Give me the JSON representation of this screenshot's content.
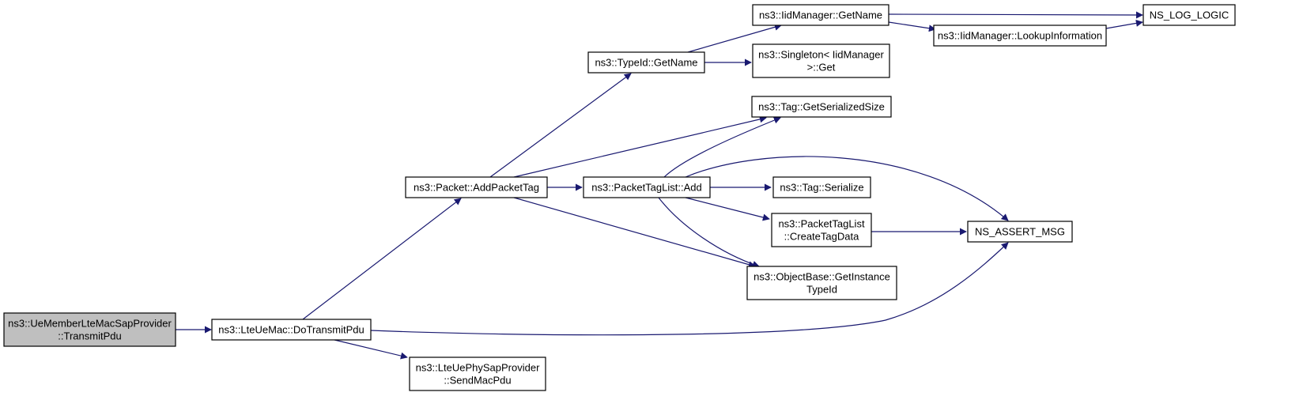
{
  "diagram": {
    "type": "call-graph",
    "colors": {
      "edge": "#191970",
      "root_fill": "#bfbfbf",
      "node_fill": "#ffffff",
      "node_border": "#000000"
    },
    "nodes": [
      {
        "id": "transmitpdu",
        "lines": [
          "ns3::UeMemberLteMacSapProvider",
          "::TransmitPdu"
        ],
        "root": true
      },
      {
        "id": "dotransmitpdu",
        "lines": [
          "ns3::LteUeMac::DoTransmitPdu"
        ]
      },
      {
        "id": "addpackettag",
        "lines": [
          "ns3::Packet::AddPacketTag"
        ]
      },
      {
        "id": "sendmacpdu",
        "lines": [
          "ns3::LteUePhySapProvider",
          "::SendMacPdu"
        ]
      },
      {
        "id": "typeid-getname",
        "lines": [
          "ns3::TypeId::GetName"
        ]
      },
      {
        "id": "packettaglist-add",
        "lines": [
          "ns3::PacketTagList::Add"
        ]
      },
      {
        "id": "iidmanager-getname",
        "lines": [
          "ns3::IidManager::GetName"
        ]
      },
      {
        "id": "singleton-get",
        "lines": [
          "ns3::Singleton< IidManager",
          ">::Get"
        ]
      },
      {
        "id": "tag-getserializedsize",
        "lines": [
          "ns3::Tag::GetSerializedSize"
        ]
      },
      {
        "id": "tag-serialize",
        "lines": [
          "ns3::Tag::Serialize"
        ]
      },
      {
        "id": "createtagdata",
        "lines": [
          "ns3::PacketTagList",
          "::CreateTagData"
        ]
      },
      {
        "id": "getinstancetypeid",
        "lines": [
          "ns3::ObjectBase::GetInstance",
          "TypeId"
        ]
      },
      {
        "id": "lookupinformation",
        "lines": [
          "ns3::IidManager::LookupInformation"
        ]
      },
      {
        "id": "ns-log-logic",
        "lines": [
          "NS_LOG_LOGIC"
        ]
      },
      {
        "id": "ns-assert-msg",
        "lines": [
          "NS_ASSERT_MSG"
        ]
      }
    ],
    "edges": [
      {
        "from": "transmitpdu",
        "to": "dotransmitpdu"
      },
      {
        "from": "dotransmitpdu",
        "to": "addpackettag"
      },
      {
        "from": "dotransmitpdu",
        "to": "sendmacpdu"
      },
      {
        "from": "dotransmitpdu",
        "to": "ns-assert-msg"
      },
      {
        "from": "addpackettag",
        "to": "typeid-getname"
      },
      {
        "from": "addpackettag",
        "to": "packettaglist-add"
      },
      {
        "from": "addpackettag",
        "to": "tag-getserializedsize"
      },
      {
        "from": "addpackettag",
        "to": "getinstancetypeid"
      },
      {
        "from": "typeid-getname",
        "to": "iidmanager-getname"
      },
      {
        "from": "typeid-getname",
        "to": "singleton-get"
      },
      {
        "from": "iidmanager-getname",
        "to": "ns-log-logic"
      },
      {
        "from": "iidmanager-getname",
        "to": "lookupinformation"
      },
      {
        "from": "lookupinformation",
        "to": "ns-log-logic"
      },
      {
        "from": "packettaglist-add",
        "to": "tag-getserializedsize"
      },
      {
        "from": "packettaglist-add",
        "to": "tag-serialize"
      },
      {
        "from": "packettaglist-add",
        "to": "createtagdata"
      },
      {
        "from": "packettaglist-add",
        "to": "getinstancetypeid"
      },
      {
        "from": "packettaglist-add",
        "to": "ns-assert-msg"
      },
      {
        "from": "createtagdata",
        "to": "ns-assert-msg"
      }
    ]
  }
}
